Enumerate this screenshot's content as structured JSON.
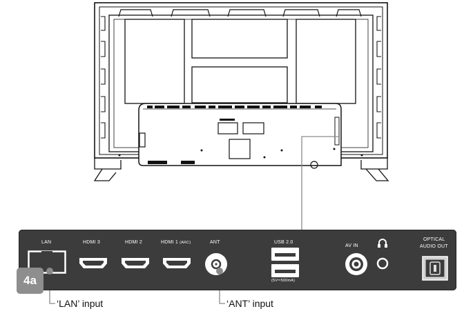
{
  "panel": {
    "ports": {
      "lan": "LAN",
      "hdmi3": "HDMI 3",
      "hdmi2": "HDMI 2",
      "hdmi1": "HDMI 1",
      "hdmi1_sub": "(ARC)",
      "ant": "ANT",
      "usb": "USB 2.0",
      "usb_rating": "(5V⎓500mA)",
      "avin": "AV IN",
      "optical_line1": "OPTICAL",
      "optical_line2": "AUDIO OUT"
    }
  },
  "step_badge": "4a",
  "callouts": {
    "lan": "‘LAN’ input",
    "ant": "‘ANT’ input"
  },
  "icons": {
    "headphone": "headphone-icon"
  },
  "colors": {
    "panel": "#3c3c3c",
    "badge": "#8e8e8e",
    "line": "#8a8a8a"
  }
}
